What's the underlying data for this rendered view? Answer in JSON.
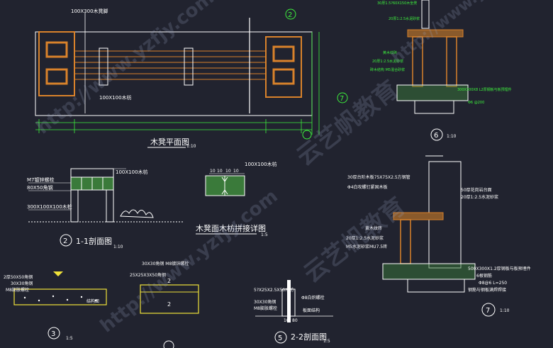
{
  "colors": {
    "background": "#21232f",
    "linework": "#ffffff",
    "wood": "#d9822b",
    "dimension": "#3df03d",
    "annotation_green": "#3df03d",
    "section_yellow": "#f0e23a",
    "watermark": "#8f97b5"
  },
  "plan": {
    "label_top": "100X300木凳脚",
    "label_mid": "100X100木枋",
    "title": "木凳平面图",
    "scale": "1:10",
    "marker_2": "2",
    "marker_7": "7"
  },
  "section_1_1": {
    "note_top": "100X100木枋",
    "note_1": "M7镀锌螺栓",
    "note_2": "80X50角钢",
    "note_3": "300X100X100木桩",
    "title": "1-1剖面图",
    "number": "2",
    "scale": "1:10"
  },
  "joint_detail": {
    "dims": [
      "10",
      "10",
      "10",
      "10"
    ],
    "note": "100X100木枋",
    "title": "木凳面木枋拼接详图",
    "scale": "1:5"
  },
  "detail_3": {
    "notes": [
      "2厚50X50角钢",
      "30X30角钢",
      "M8膨胀螺栓"
    ],
    "side_note": "结构面",
    "number": "3",
    "scale": "1:5"
  },
  "detail_mid": {
    "notes": [
      "30X30角钢 M8镀锌螺栓",
      "25X25X3X50角钢"
    ],
    "num_1": "2",
    "num_2": "2"
  },
  "section_2_2": {
    "notes": [
      "5?X25X2.5X50木枋",
      "30X30角钢",
      "M8膨胀螺栓"
    ],
    "right_notes": [
      "Φ8白炽螺栓",
      "板面结构"
    ],
    "dim_1": "10",
    "dim_2": "80",
    "title": "2-2剖面图",
    "number": "5",
    "scale": "1:5"
  },
  "detail_6": {
    "notes_top": [
      "30厚1.5?60X150木坐凳",
      "20厚1:2.5水泥砂浆"
    ],
    "notes_mid": [
      "黄木纹砖",
      "20厚1:2.5水泥砂浆",
      "砖木结构 M5混合砂浆"
    ],
    "notes_right": [
      "300X300X8 L2厚钢板与板预埋件",
      "Φ6 @200"
    ],
    "number": "6",
    "scale": "1:10"
  },
  "detail_7": {
    "notes_top": [
      "30厚台阶木板75X75X2.5方钢管",
      "Φ4白攻螺钉紧固木板"
    ],
    "notes_right": [
      "50厚花岗岩台面",
      "20厚1:2.5水泥砂浆"
    ],
    "notes_mid": [
      "黄木纹砖",
      "20厚1:2.5水泥砂浆",
      "M5水泥砂浆MU7.5砖"
    ],
    "notes_bottom": [
      "500X300X1.2厚钢板与板预埋件",
      "6根钢筋",
      "Φ8@6 L=250",
      "钢筋与钢板满焊焊接"
    ],
    "number": "7",
    "scale": "1:10"
  },
  "watermarks": [
    "云艺帆教育",
    "http://www.yzfjy.com",
    "云艺帆教育",
    "http://www.yzfjy.com",
    "http://www.yzfjy.com"
  ]
}
